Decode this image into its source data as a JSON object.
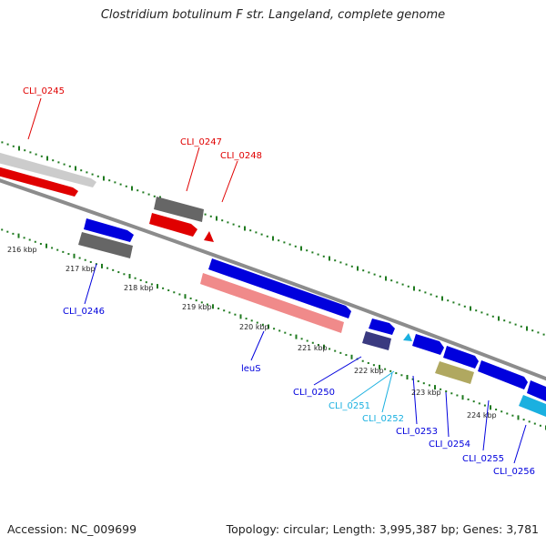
{
  "title": "Clostridium botulinum F str. Langeland, complete genome",
  "accession": "Accession: NC_009699",
  "summary": "Topology: circular; Length: 3,995,387 bp; Genes: 3,781",
  "colors": {
    "backbone": "#8c8c8c",
    "tick": "#1f7a1f",
    "red": "#e00000",
    "blue": "#0000dd",
    "cyan": "#1ab0e0",
    "darkgray": "#666666",
    "lightgray": "#cccccc",
    "pink": "#f08a8a",
    "slate": "#3a3a80",
    "olive": "#b0a860"
  },
  "kbp_labels": [
    "216 kbp",
    "217 kbp",
    "218 kbp",
    "219 kbp",
    "220 kbp",
    "221 kbp",
    "222 kbp",
    "223 kbp",
    "224 kbp"
  ],
  "gene_labels": [
    {
      "text": "CLI_0245",
      "color": "red"
    },
    {
      "text": "CLI_0247",
      "color": "red"
    },
    {
      "text": "CLI_0248",
      "color": "red"
    },
    {
      "text": "CLI_0246",
      "color": "blue"
    },
    {
      "text": "leuS",
      "color": "blue"
    },
    {
      "text": "CLI_0250",
      "color": "blue"
    },
    {
      "text": "CLI_0251",
      "color": "cyan"
    },
    {
      "text": "CLI_0252",
      "color": "cyan"
    },
    {
      "text": "CLI_0253",
      "color": "blue"
    },
    {
      "text": "CLI_0254",
      "color": "blue"
    },
    {
      "text": "CLI_0255",
      "color": "blue"
    },
    {
      "text": "CLI_0256",
      "color": "blue"
    }
  ]
}
